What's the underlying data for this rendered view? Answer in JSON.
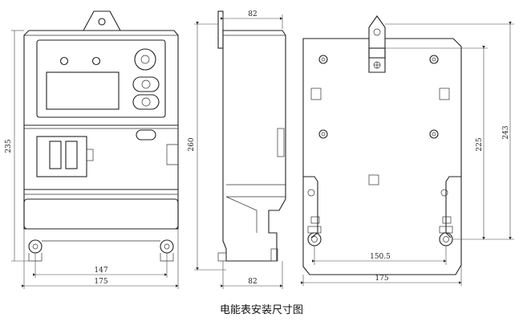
{
  "dimensions": {
    "front_height": "235",
    "front_inner_width": "147",
    "front_total_width": "175",
    "side_height": "260",
    "side_top_depth": "82",
    "side_bottom_depth": "82",
    "back_mount_height": "225",
    "back_total_height": "243",
    "back_hole_spacing": "150.5",
    "back_total_width": "175"
  },
  "caption": "电能表安装尺寸图"
}
